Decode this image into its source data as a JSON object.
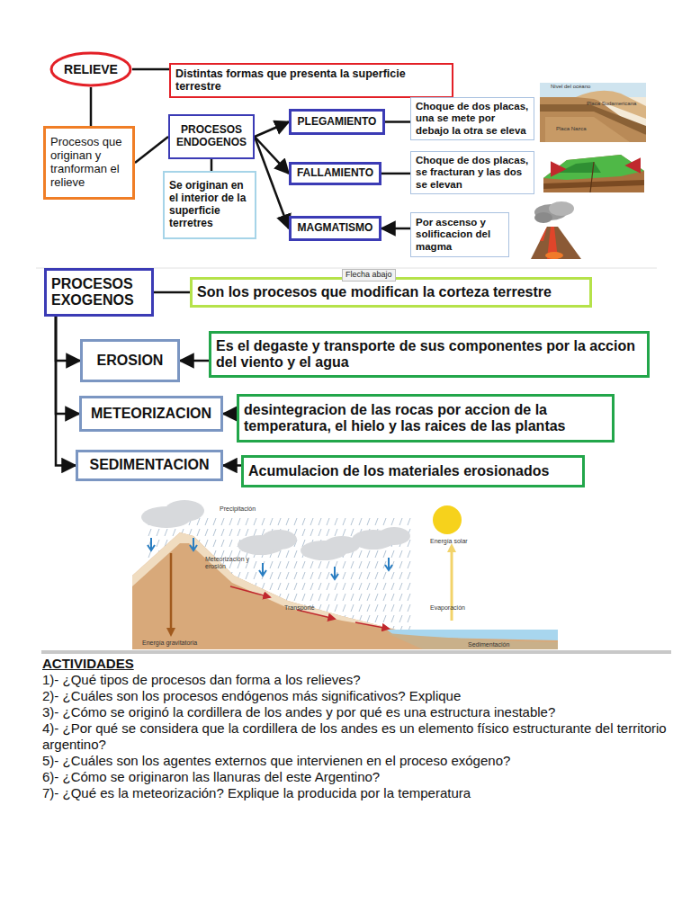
{
  "diagram": {
    "nodes": [
      {
        "text": [
          "RELIEVE"
        ]
      },
      {
        "text": [
          "Distintas formas que presenta la superficie terrestre"
        ]
      },
      {
        "text": [
          "Procesos que originan y tranforman el relieve"
        ]
      },
      {
        "text": [
          "PROCESOS ENDOGENOS"
        ]
      },
      {
        "text": [
          "Se originan en el interior de la superficie terretres"
        ]
      },
      {
        "text": [
          "PLEGAMIENTO"
        ]
      },
      {
        "text": [
          "Choque de dos placas, una se mete por debajo la otra se eleva"
        ]
      },
      {
        "text": [
          "FALLAMIENTO"
        ]
      },
      {
        "text": [
          "Choque de dos placas, se fracturan y las dos se elevan"
        ]
      },
      {
        "text": [
          "MAGMATISMO"
        ]
      },
      {
        "text": [
          "Por ascenso y solificacion del magma"
        ]
      },
      {
        "text": [
          "PROCESOS EXOGENOS"
        ]
      },
      {
        "text": [
          "Son los procesos que modifican la corteza terrestre"
        ]
      },
      {
        "text": [
          "EROSION"
        ]
      },
      {
        "text": [
          "Es el degaste y transporte de sus componentes por la accion del viento y el agua"
        ]
      },
      {
        "text": [
          "METEORIZACION"
        ]
      },
      {
        "text": [
          "desintegracion de las rocas por accion de la temperatura, el hielo y las raices de las plantas"
        ]
      },
      {
        "text": [
          "SEDIMENTACION"
        ]
      },
      {
        "text": [
          "Acumulacion de los materiales erosionados"
        ]
      }
    ],
    "edges": [
      {
        "from": 0,
        "to": 1,
        "arrow": "none"
      },
      {
        "from": 0,
        "to": 2,
        "arrow": "none"
      },
      {
        "from": 2,
        "to": 3,
        "arrow": "none"
      },
      {
        "from": 3,
        "to": 4,
        "arrow": "none"
      },
      {
        "from": 3,
        "to": 5,
        "arrow": "to"
      },
      {
        "from": 3,
        "to": 7,
        "arrow": "to"
      },
      {
        "from": 3,
        "to": 9,
        "arrow": "to"
      },
      {
        "from": 5,
        "to": 6,
        "arrow": "none"
      },
      {
        "from": 7,
        "to": 8,
        "arrow": "none"
      },
      {
        "from": 10,
        "to": 9,
        "arrow": "to"
      },
      {
        "from": 11,
        "to": 12,
        "arrow": "none"
      },
      {
        "from": 11,
        "to": 13,
        "arrow": "to"
      },
      {
        "from": 11,
        "to": 15,
        "arrow": "to"
      },
      {
        "from": 11,
        "to": 17,
        "arrow": "to"
      },
      {
        "from": 14,
        "to": 13,
        "arrow": "to"
      },
      {
        "from": 16,
        "to": 15,
        "arrow": "to"
      },
      {
        "from": 18,
        "to": 17,
        "arrow": "to"
      }
    ],
    "labels": [
      "Flecha abajo",
      "Nivel del océano",
      "Placa Sudamericana",
      "Placa Nazca",
      "Precipitación",
      "Meteorización y erosión",
      "Transporte",
      "Energía gravitatoria",
      "Energía solar",
      "Evaporación",
      "Sedimentación",
      "ACTIVIDADES",
      "1)- ¿Qué tipos de procesos dan forma a los relieves?",
      "2)- ¿Cuáles son los procesos endógenos más significativos? Explique",
      "3)- ¿Cómo se originó la cordillera de los andes y por qué es una estructura inestable?",
      "4)- ¿Por qué se considera que la cordillera de los andes es un elemento físico estructurante del territorio argentino?",
      "5)- ¿Cuáles son los agentes externos que intervienen en el proceso exógeno?",
      "6)- ¿Cómo se originaron las llanuras del este Argentino?",
      "7)- ¿Qué es la meteorización? Explique la producida por la temperatura"
    ]
  }
}
